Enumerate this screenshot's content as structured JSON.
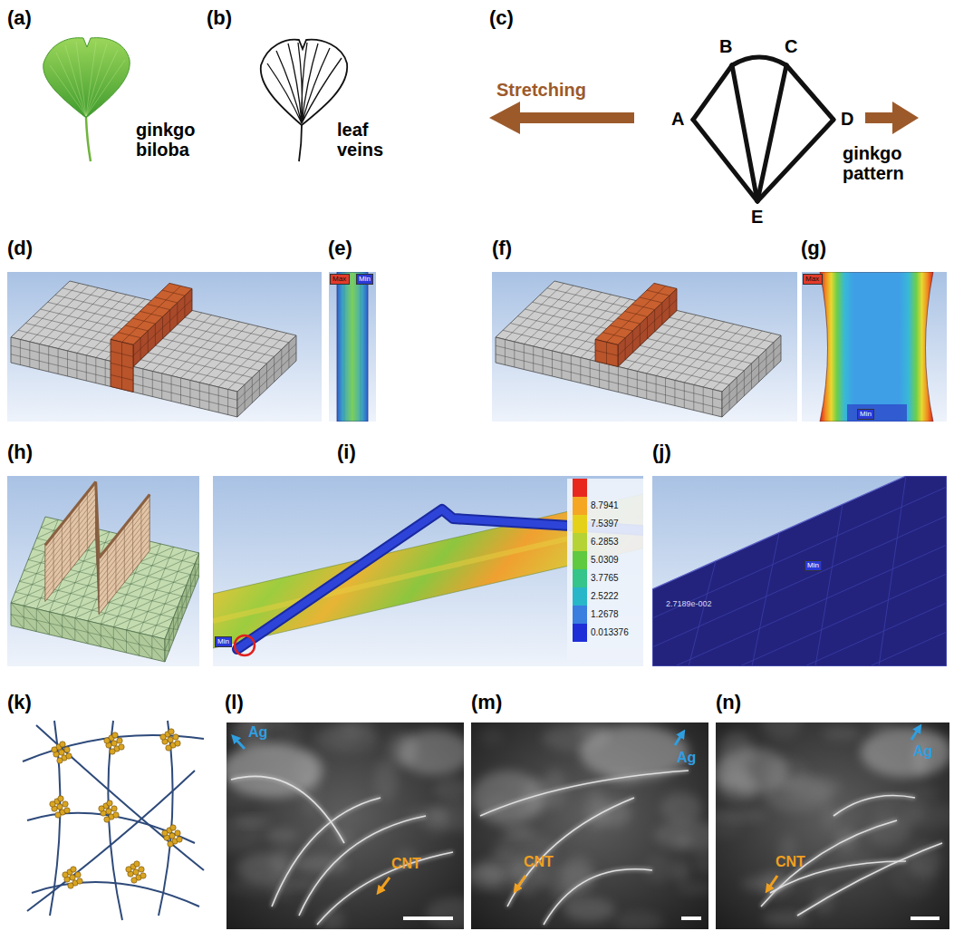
{
  "diagram": {
    "nodes": [
      {
        "text": [
          "Max"
        ]
      },
      {
        "text": [
          "Min"
        ]
      },
      {
        "text": [
          "Max"
        ]
      },
      {
        "text": [
          "Min"
        ]
      },
      {
        "text": [
          "Min"
        ]
      },
      {
        "text": [
          "Min"
        ]
      }
    ],
    "labels": [
      "(a)",
      "ginkgo biloba",
      "(b)",
      "leaf veins",
      "(c)",
      "Stretching",
      "A",
      "B",
      "C",
      "D",
      "E",
      "ginkgo pattern",
      "(d)",
      "(e)",
      "(f)",
      "(g)",
      "(h)",
      "(i)",
      "(j)",
      "2.7189e-002",
      "(k)",
      "(l)",
      "Ag",
      "CNT",
      "(m)",
      "Ag",
      "CNT",
      "(n)",
      "Ag",
      "CNT"
    ],
    "legend": [
      {
        "text": "8.7941",
        "color": "#f5a623"
      },
      {
        "text": "7.5397",
        "color": "#e6d11a"
      },
      {
        "text": "6.2853",
        "color": "#b5d334"
      },
      {
        "text": "5.0309",
        "color": "#5fc93f"
      },
      {
        "text": "3.7765",
        "color": "#35c48a"
      },
      {
        "text": "2.5222",
        "color": "#28b7c9"
      },
      {
        "text": "1.2678",
        "color": "#3a7ee0"
      },
      {
        "text": "0.013376",
        "color": "#1f2fd8"
      }
    ]
  }
}
